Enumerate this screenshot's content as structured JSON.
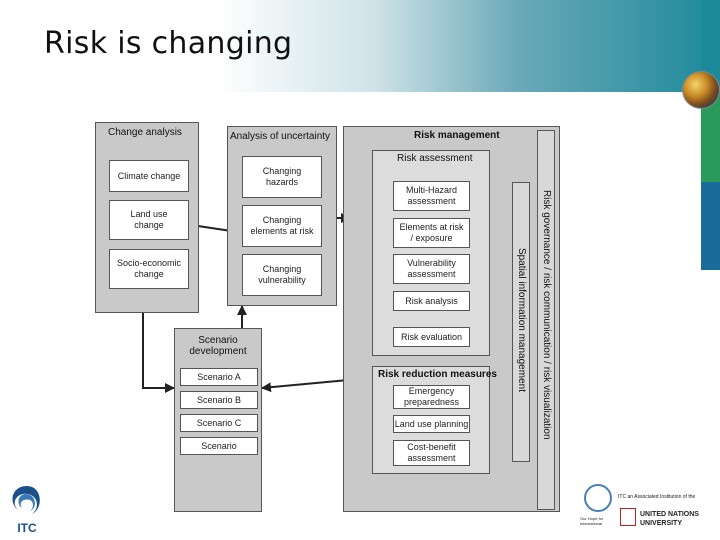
{
  "slide": {
    "title": "Risk is changing"
  },
  "change_analysis": {
    "heading": "Change analysis",
    "items": [
      "Climate change",
      "Land use\nchange",
      "Socio-economic\nchange"
    ]
  },
  "uncertainty": {
    "heading": "Analysis of uncertainty",
    "items": [
      "Changing\nhazards",
      "Changing\nelements at risk",
      "Changing\nvulnerability"
    ]
  },
  "risk_management": {
    "heading": "Risk management"
  },
  "risk_assessment": {
    "heading": "Risk assessment",
    "items": [
      "Multi-Hazard\nassessment",
      "Elements at risk\n/ exposure",
      "Vulnerability\nassessment",
      "Risk analysis",
      "Risk evaluation"
    ]
  },
  "risk_reduction": {
    "heading": "Risk reduction measures",
    "items": [
      "Emergency\npreparedness",
      "Land use planning",
      "Cost-benefit\nassessment"
    ]
  },
  "scenario": {
    "heading": "Scenario\ndevelopment",
    "items": [
      "Scenario A",
      "Scenario B",
      "Scenario C",
      "Scenario"
    ]
  },
  "side_bars": {
    "spatial": "Spatial information management",
    "governance": "Risk governance / risk communication / risk visualization"
  },
  "logos": {
    "itc_text": "ITC",
    "un_line1": "ITC an Associated Institution of the",
    "un_line2": "UNITED NATIONS",
    "un_line3": "UNIVERSITY",
    "un_motto": "Our Hope for International"
  },
  "colors": {
    "stripe": [
      "#1c8a9a",
      "#2a9a5a",
      "#1a6a9a"
    ],
    "panel": "#c9c9c9"
  }
}
